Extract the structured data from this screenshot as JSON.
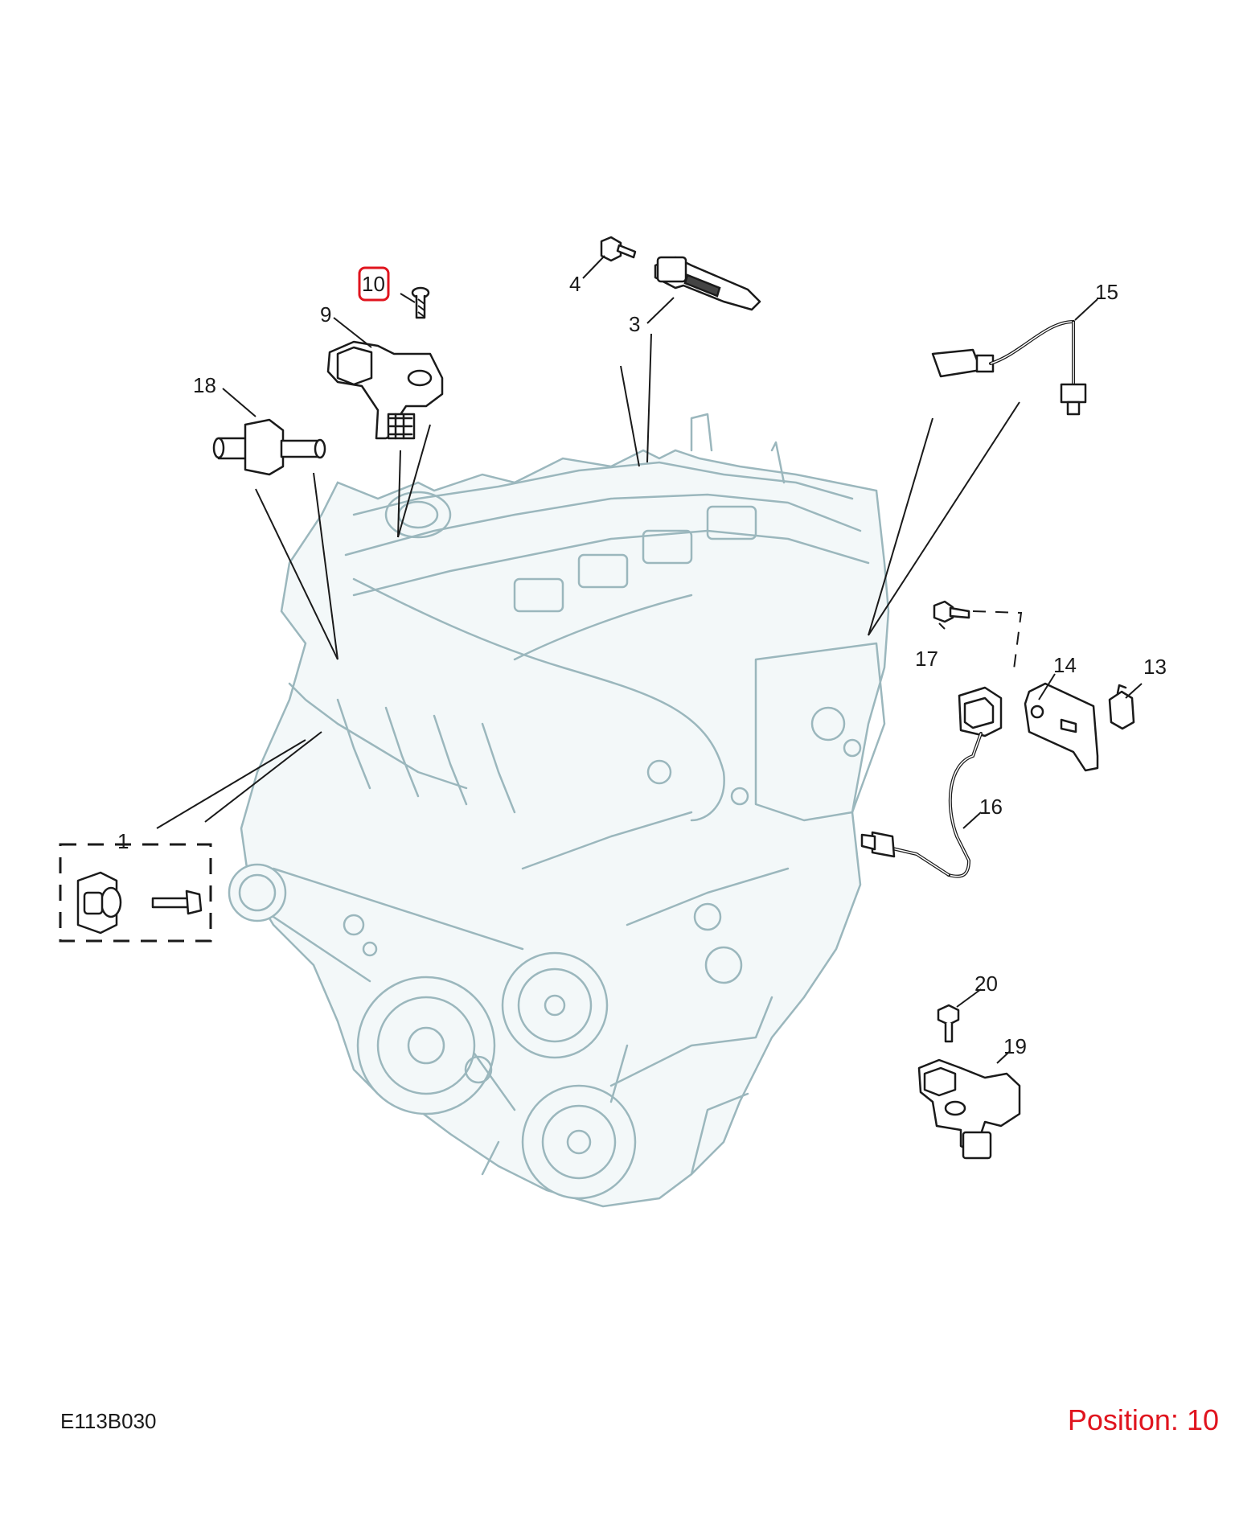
{
  "drawing_code": "E113B030",
  "position": {
    "label": "Position:",
    "value": "10",
    "highlight_color": "#e0141e"
  },
  "callouts": {
    "c1": "1",
    "c3": "3",
    "c4": "4",
    "c9": "9",
    "c10": "10",
    "c13": "13",
    "c14": "14",
    "c15": "15",
    "c16": "16",
    "c17": "17",
    "c18": "18",
    "c19": "19",
    "c20": "20"
  },
  "colors": {
    "engine_outline": "#9bb7bd",
    "part_outline": "#1a1a1a"
  }
}
